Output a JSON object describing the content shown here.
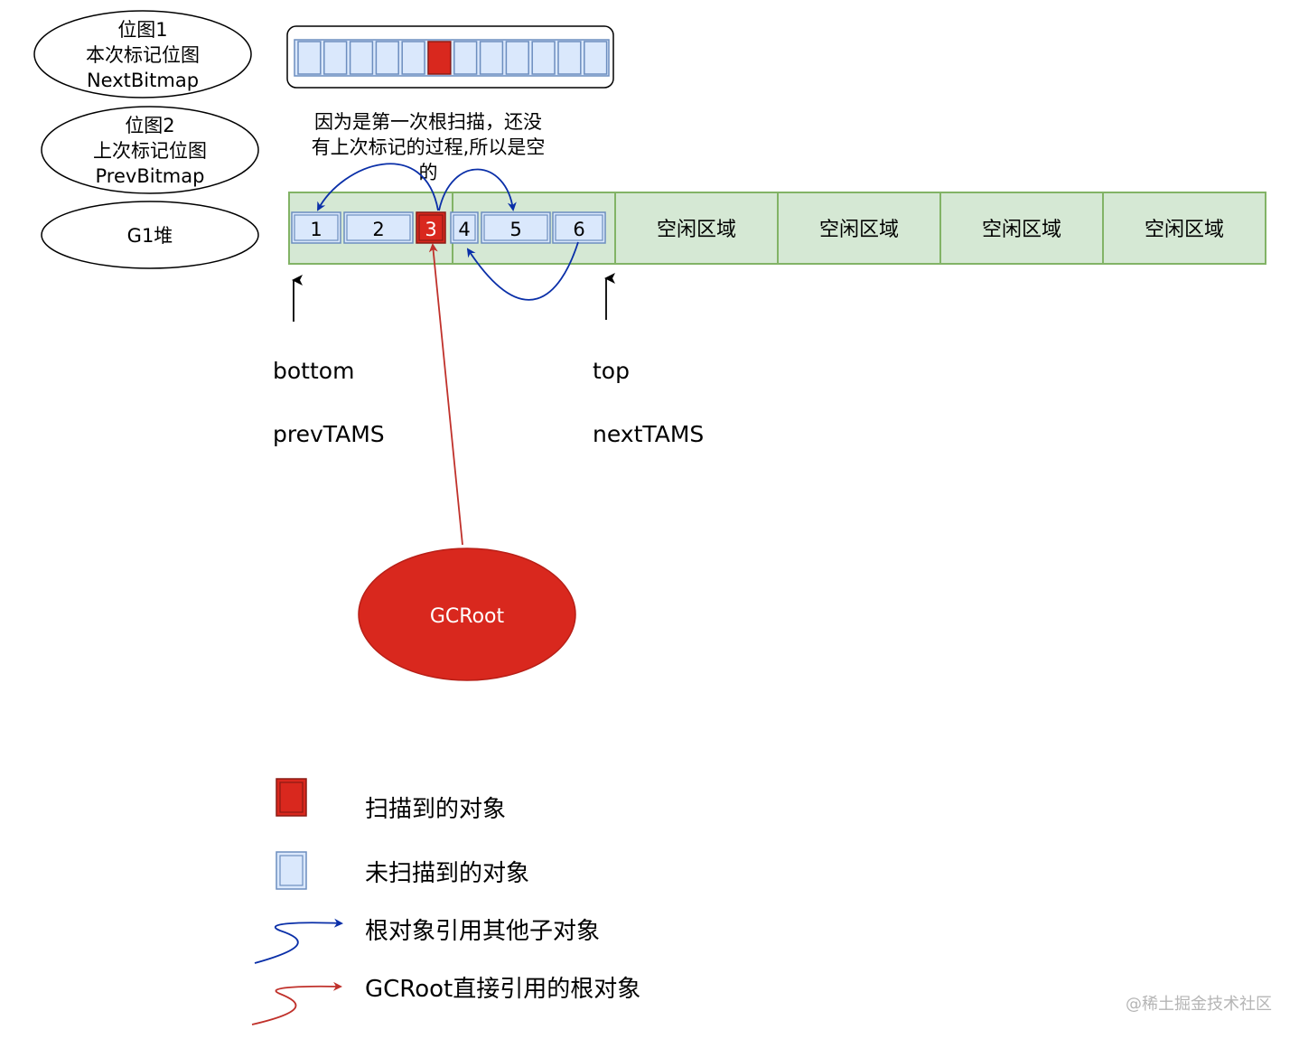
{
  "ellipses": {
    "next_bitmap": [
      "位图1",
      "本次标记位图",
      "NextBitmap"
    ],
    "prev_bitmap": [
      "位图2",
      "上次标记位图",
      "PrevBitmap"
    ],
    "g1_heap": "G1堆"
  },
  "note": [
    "因为是第一次根扫描，还没",
    "有上次标记的过程,所以是空",
    "的"
  ],
  "objects": [
    "1",
    "2",
    "3",
    "4",
    "5",
    "6"
  ],
  "free_region_label": "空闲区域",
  "pointers": {
    "bottom": "bottom",
    "prev_tams": "prevTAMS",
    "top": "top",
    "next_tams": "nextTAMS"
  },
  "gcroot": "GCRoot",
  "legend": {
    "scanned": "扫描到的对象",
    "unscanned": "未扫描到的对象",
    "child_ref": "根对象引用其他子对象",
    "root_ref": "GCRoot直接引用的根对象"
  },
  "watermark": "@稀土掘金技术社区",
  "colors": {
    "scanned_fill": "#d9281e",
    "unscanned_fill": "#dae8fc",
    "unscanned_stroke": "#6c8ebf",
    "region_fill": "#d5e8d4",
    "region_stroke": "#82b366",
    "blue_arrow": "#0a2fa8",
    "red_arrow": "#c0312b"
  }
}
